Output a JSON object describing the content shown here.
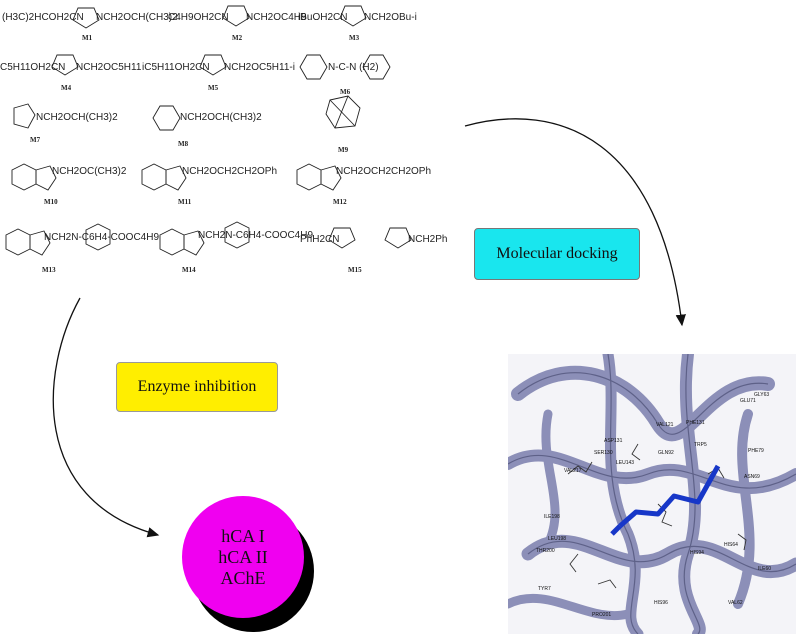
{
  "compounds": [
    {
      "id": "M1",
      "formula_left": "(H3C)2HCOH2CN",
      "formula_right": "NCH2OCH(CH3)2"
    },
    {
      "id": "M2",
      "formula_left": "C4H9OH2CN",
      "formula_right": "NCH2OC4H9"
    },
    {
      "id": "M3",
      "formula_left": "iBuOH2CN",
      "formula_right": "NCH2OBu-i"
    },
    {
      "id": "M4",
      "formula_left": "C5H11OH2CN",
      "formula_right": "NCH2OC5H11"
    },
    {
      "id": "M5",
      "formula_left": "iC5H11OH2CN",
      "formula_right": "NCH2OC5H11-i"
    },
    {
      "id": "M6",
      "formula_left": "",
      "formula_right": "N-C-N (H2)"
    },
    {
      "id": "M7",
      "formula_left": "",
      "formula_right": "NCH2OCH(CH3)2"
    },
    {
      "id": "M8",
      "formula_left": "",
      "formula_right": "NCH2OCH(CH3)2"
    },
    {
      "id": "M9",
      "formula_left": "",
      "formula_right": ""
    },
    {
      "id": "M10",
      "formula_left": "",
      "formula_right": "NCH2OC(CH3)2"
    },
    {
      "id": "M11",
      "formula_left": "",
      "formula_right": "NCH2OCH2CH2OPh"
    },
    {
      "id": "M12",
      "formula_left": "",
      "formula_right": "NCH2OCH2CH2OPh"
    },
    {
      "id": "M13",
      "formula_left": "",
      "formula_right": "NCH2N-C6H4-COOC4H9"
    },
    {
      "id": "M14",
      "formula_left": "",
      "formula_right": "NCH2N-C6H4-COOC4H9"
    },
    {
      "id": "M15",
      "formula_left": "PhH2CN",
      "formula_right": "NCH2Ph"
    }
  ],
  "labels": {
    "docking": "Molecular docking",
    "inhibition": "Enzyme inhibition",
    "targets": [
      "hCA I",
      "hCA II",
      "AChE"
    ]
  },
  "residues": [
    "GLU71",
    "PHE79",
    "ASP131",
    "SER130",
    "LEU143",
    "VAL217",
    "ILE198",
    "THR200",
    "VAL121",
    "PHE131",
    "GLN92",
    "LEU198",
    "HIS64",
    "TRP5",
    "ASN69",
    "GLY63",
    "ILE60",
    "HIS94",
    "HIS96",
    "TYR7",
    "VAL62",
    "PRO201"
  ],
  "colors": {
    "docking_box": "#19e6ee",
    "inhibition_box": "#ffee00",
    "target_circle": "#f000f0",
    "protein": "#8c8fb8",
    "ligand": "#1737c8",
    "oxygen": "#e02020",
    "nitrogen": "#1d7a1d",
    "sulfur": "#2a2a8a"
  }
}
